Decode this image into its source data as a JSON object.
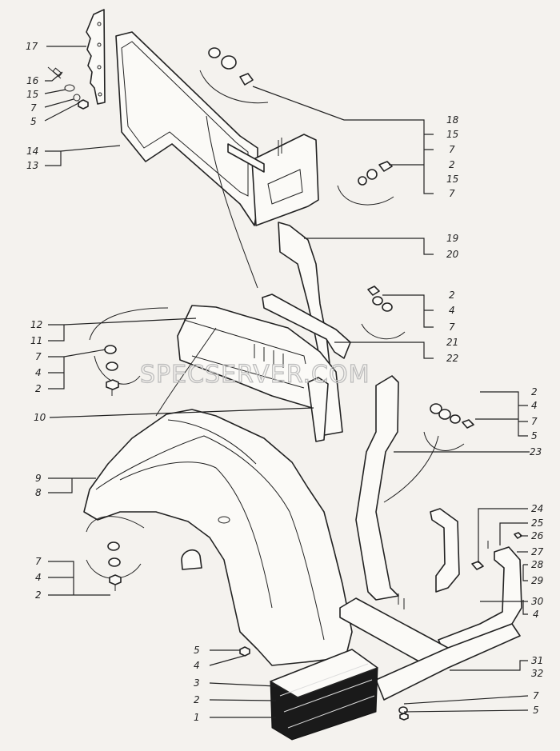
{
  "watermark": "SPECSERVER.COM",
  "callouts": {
    "c17": "17",
    "c16": "16",
    "c15a": "15",
    "c7a": "7",
    "c5a": "5",
    "c14": "14",
    "c13": "13",
    "c18": "18",
    "c15b": "15",
    "c7b": "7",
    "c2a": "2",
    "c15c": "15",
    "c7c": "7",
    "c19": "19",
    "c20": "20",
    "c2b": "2",
    "c4a": "4",
    "c7d": "7",
    "c21": "21",
    "c22": "22",
    "c12": "12",
    "c11": "11",
    "c7e": "7",
    "c4b": "4",
    "c2c": "2",
    "c10": "10",
    "c2d": "2",
    "c4c": "4",
    "c7f": "7",
    "c5b": "5",
    "c23": "23",
    "c9": "9",
    "c8": "8",
    "c7g": "7",
    "c4d": "4",
    "c2e": "2",
    "c24": "24",
    "c25": "25",
    "c26": "26",
    "c27": "27",
    "c28": "28",
    "c29": "29",
    "c30": "30",
    "c4e": "4",
    "c31": "31",
    "c32": "32",
    "c7h": "7",
    "c5c": "5",
    "c5d": "5",
    "c4f": "4",
    "c3": "3",
    "c2f": "2",
    "c1": "1"
  }
}
